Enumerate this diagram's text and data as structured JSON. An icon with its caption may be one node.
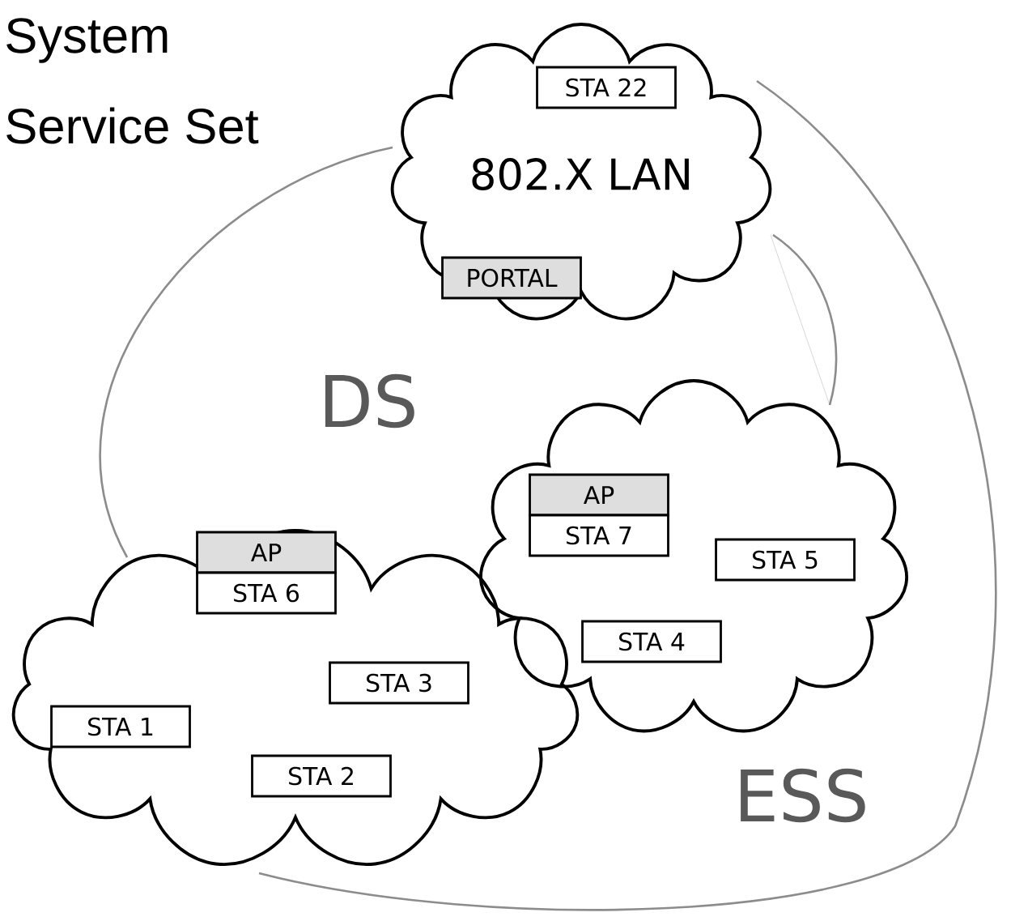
{
  "diagram": {
    "nodes": [
      {
        "text": [
          "802.X LAN"
        ]
      },
      {
        "text": [
          "STA 22"
        ],
        "in": 0
      },
      {
        "text": [
          "PORTAL"
        ],
        "in": 0
      },
      {
        "text": [],
        "shape": "cloud"
      },
      {
        "text": [
          "AP"
        ],
        "in": 3
      },
      {
        "text": [
          "STA 7"
        ],
        "in": 3
      },
      {
        "text": [
          "STA 5"
        ],
        "in": 3
      },
      {
        "text": [
          "STA 4"
        ],
        "in": 3
      },
      {
        "text": [],
        "shape": "cloud"
      },
      {
        "text": [
          "AP"
        ],
        "in": 8
      },
      {
        "text": [
          "STA 6"
        ],
        "in": 8
      },
      {
        "text": [
          "STA 3"
        ],
        "in": 8
      },
      {
        "text": [
          "STA 1"
        ],
        "in": 8
      },
      {
        "text": [
          "STA 2"
        ],
        "in": 8
      }
    ],
    "edges": [],
    "labels": [
      "System",
      "Service Set",
      "DS",
      "ESS"
    ]
  }
}
